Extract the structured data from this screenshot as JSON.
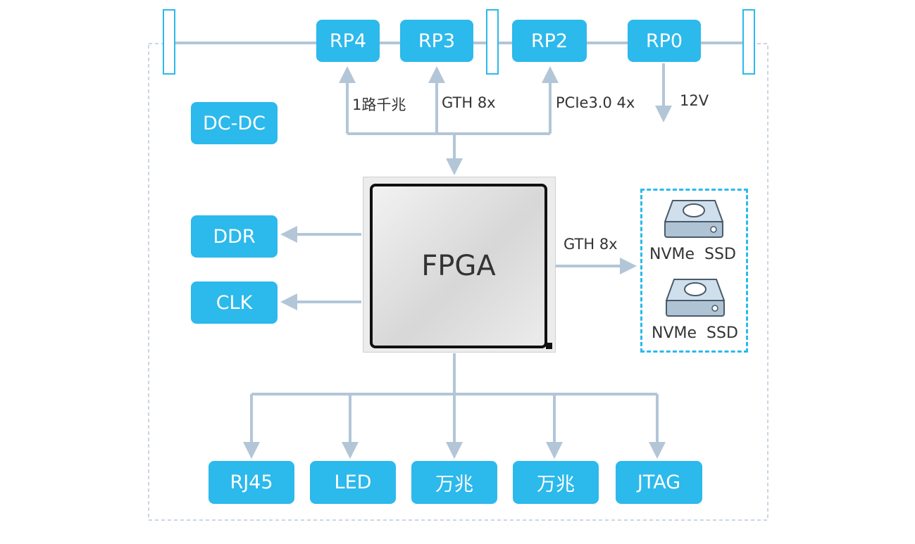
{
  "top_bus": {
    "rp4": "RP4",
    "rp3": "RP3",
    "rp2": "RP2",
    "rp0": "RP0"
  },
  "links": {
    "gigabit": "1路千兆",
    "gth_top": "GTH 8x",
    "pcie": "PCIe3.0 4x",
    "power": "12V",
    "gth_right": "GTH 8x"
  },
  "left_blocks": {
    "dcdc": "DC-DC",
    "ddr": "DDR",
    "clk": "CLK"
  },
  "fpga": {
    "label": "FPGA"
  },
  "storage": {
    "ssd_1": "NVMe  SSD",
    "ssd_2": "NVMe  SSD"
  },
  "bottom_blocks": {
    "rj45": "RJ45",
    "led": "LED",
    "tengig_1": "万兆",
    "tengig_2": "万兆",
    "jtag": "JTAG"
  },
  "colors": {
    "block_fill": "#2cb9ec",
    "connector": "#b3c6d8",
    "board_outline": "#b9c9d9"
  }
}
